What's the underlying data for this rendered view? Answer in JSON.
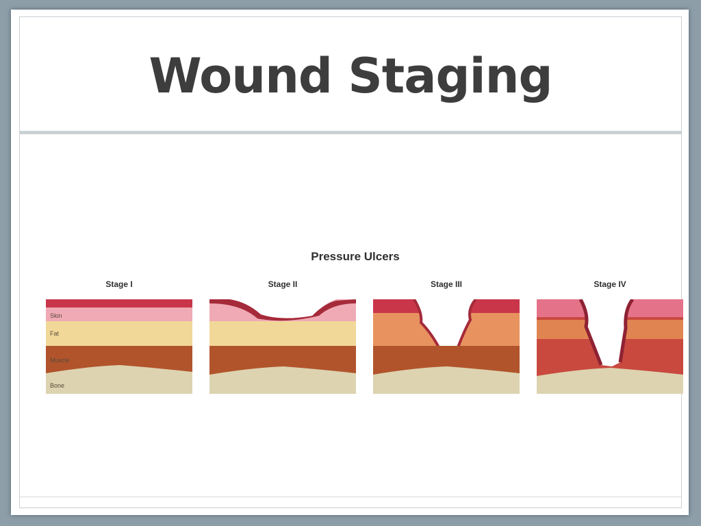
{
  "slide": {
    "title": "Wound Staging"
  },
  "figure": {
    "title": "Pressure Ulcers",
    "stages": [
      {
        "label": "Stage I"
      },
      {
        "label": "Stage II"
      },
      {
        "label": "Stage III"
      },
      {
        "label": "Stage IV"
      }
    ],
    "layers": [
      "Skin",
      "Fat",
      "Muscle",
      "Bone"
    ],
    "colors": {
      "skin": "#f0aab5",
      "skin_inflamed": "#c9364a",
      "fat": "#f1d898",
      "muscle": "#b1542c",
      "bone": "#ddd3b0",
      "wound_edge": "#a52a3a"
    }
  }
}
